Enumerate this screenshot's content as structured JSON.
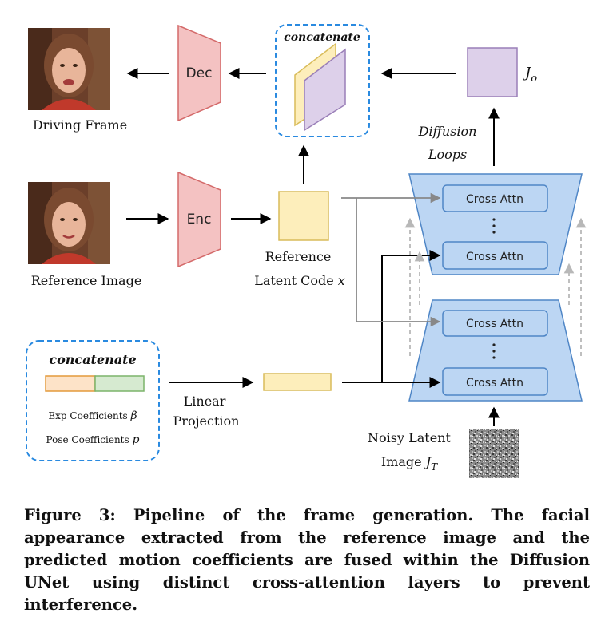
{
  "labels": {
    "driving_frame": "Driving Frame",
    "reference_image": "Reference Image",
    "dec": "Dec",
    "enc": "Enc",
    "concatenate_top": "concatenate",
    "concatenate_bottom": "concatenate",
    "j_o": "J",
    "j_o_sub": "o",
    "diffusion": "Diffusion",
    "loops": "Loops",
    "reference_latent_1": "Reference",
    "reference_latent_2": "Latent Code",
    "reference_latent_var": "x",
    "cross_attn": "Cross Attn",
    "exp_coeff": "Exp Coefficients",
    "exp_coeff_sym": "β",
    "pose_coeff": "Pose Coefficients",
    "pose_coeff_sym": "p",
    "linear": "Linear",
    "projection": "Projection",
    "noisy_1": "Noisy Latent",
    "noisy_2": "Image",
    "noisy_var": "J",
    "noisy_sub": "T"
  },
  "caption": "Figure 3: Pipeline of the frame generation. The facial appearance extracted from the reference image and the predicted motion coefficients are fused within the Diffusion UNet using distinct cross-attention layers to prevent interference.",
  "colors": {
    "encdec_fill": "#f4c2c2",
    "encdec_stroke": "#d46a6a",
    "latent_fill": "#fdeebb",
    "latent_stroke": "#d9bc5a",
    "purple_fill": "#ddd0ea",
    "purple_stroke": "#9a7fb8",
    "unet_fill": "#bcd6f3",
    "unet_stroke": "#4f86c6",
    "dash_blue": "#2a8ae0",
    "exp_fill": "#fde3c8",
    "exp_stroke": "#e39a3b",
    "pose_fill": "#d6ead0",
    "pose_stroke": "#7bb46a"
  }
}
